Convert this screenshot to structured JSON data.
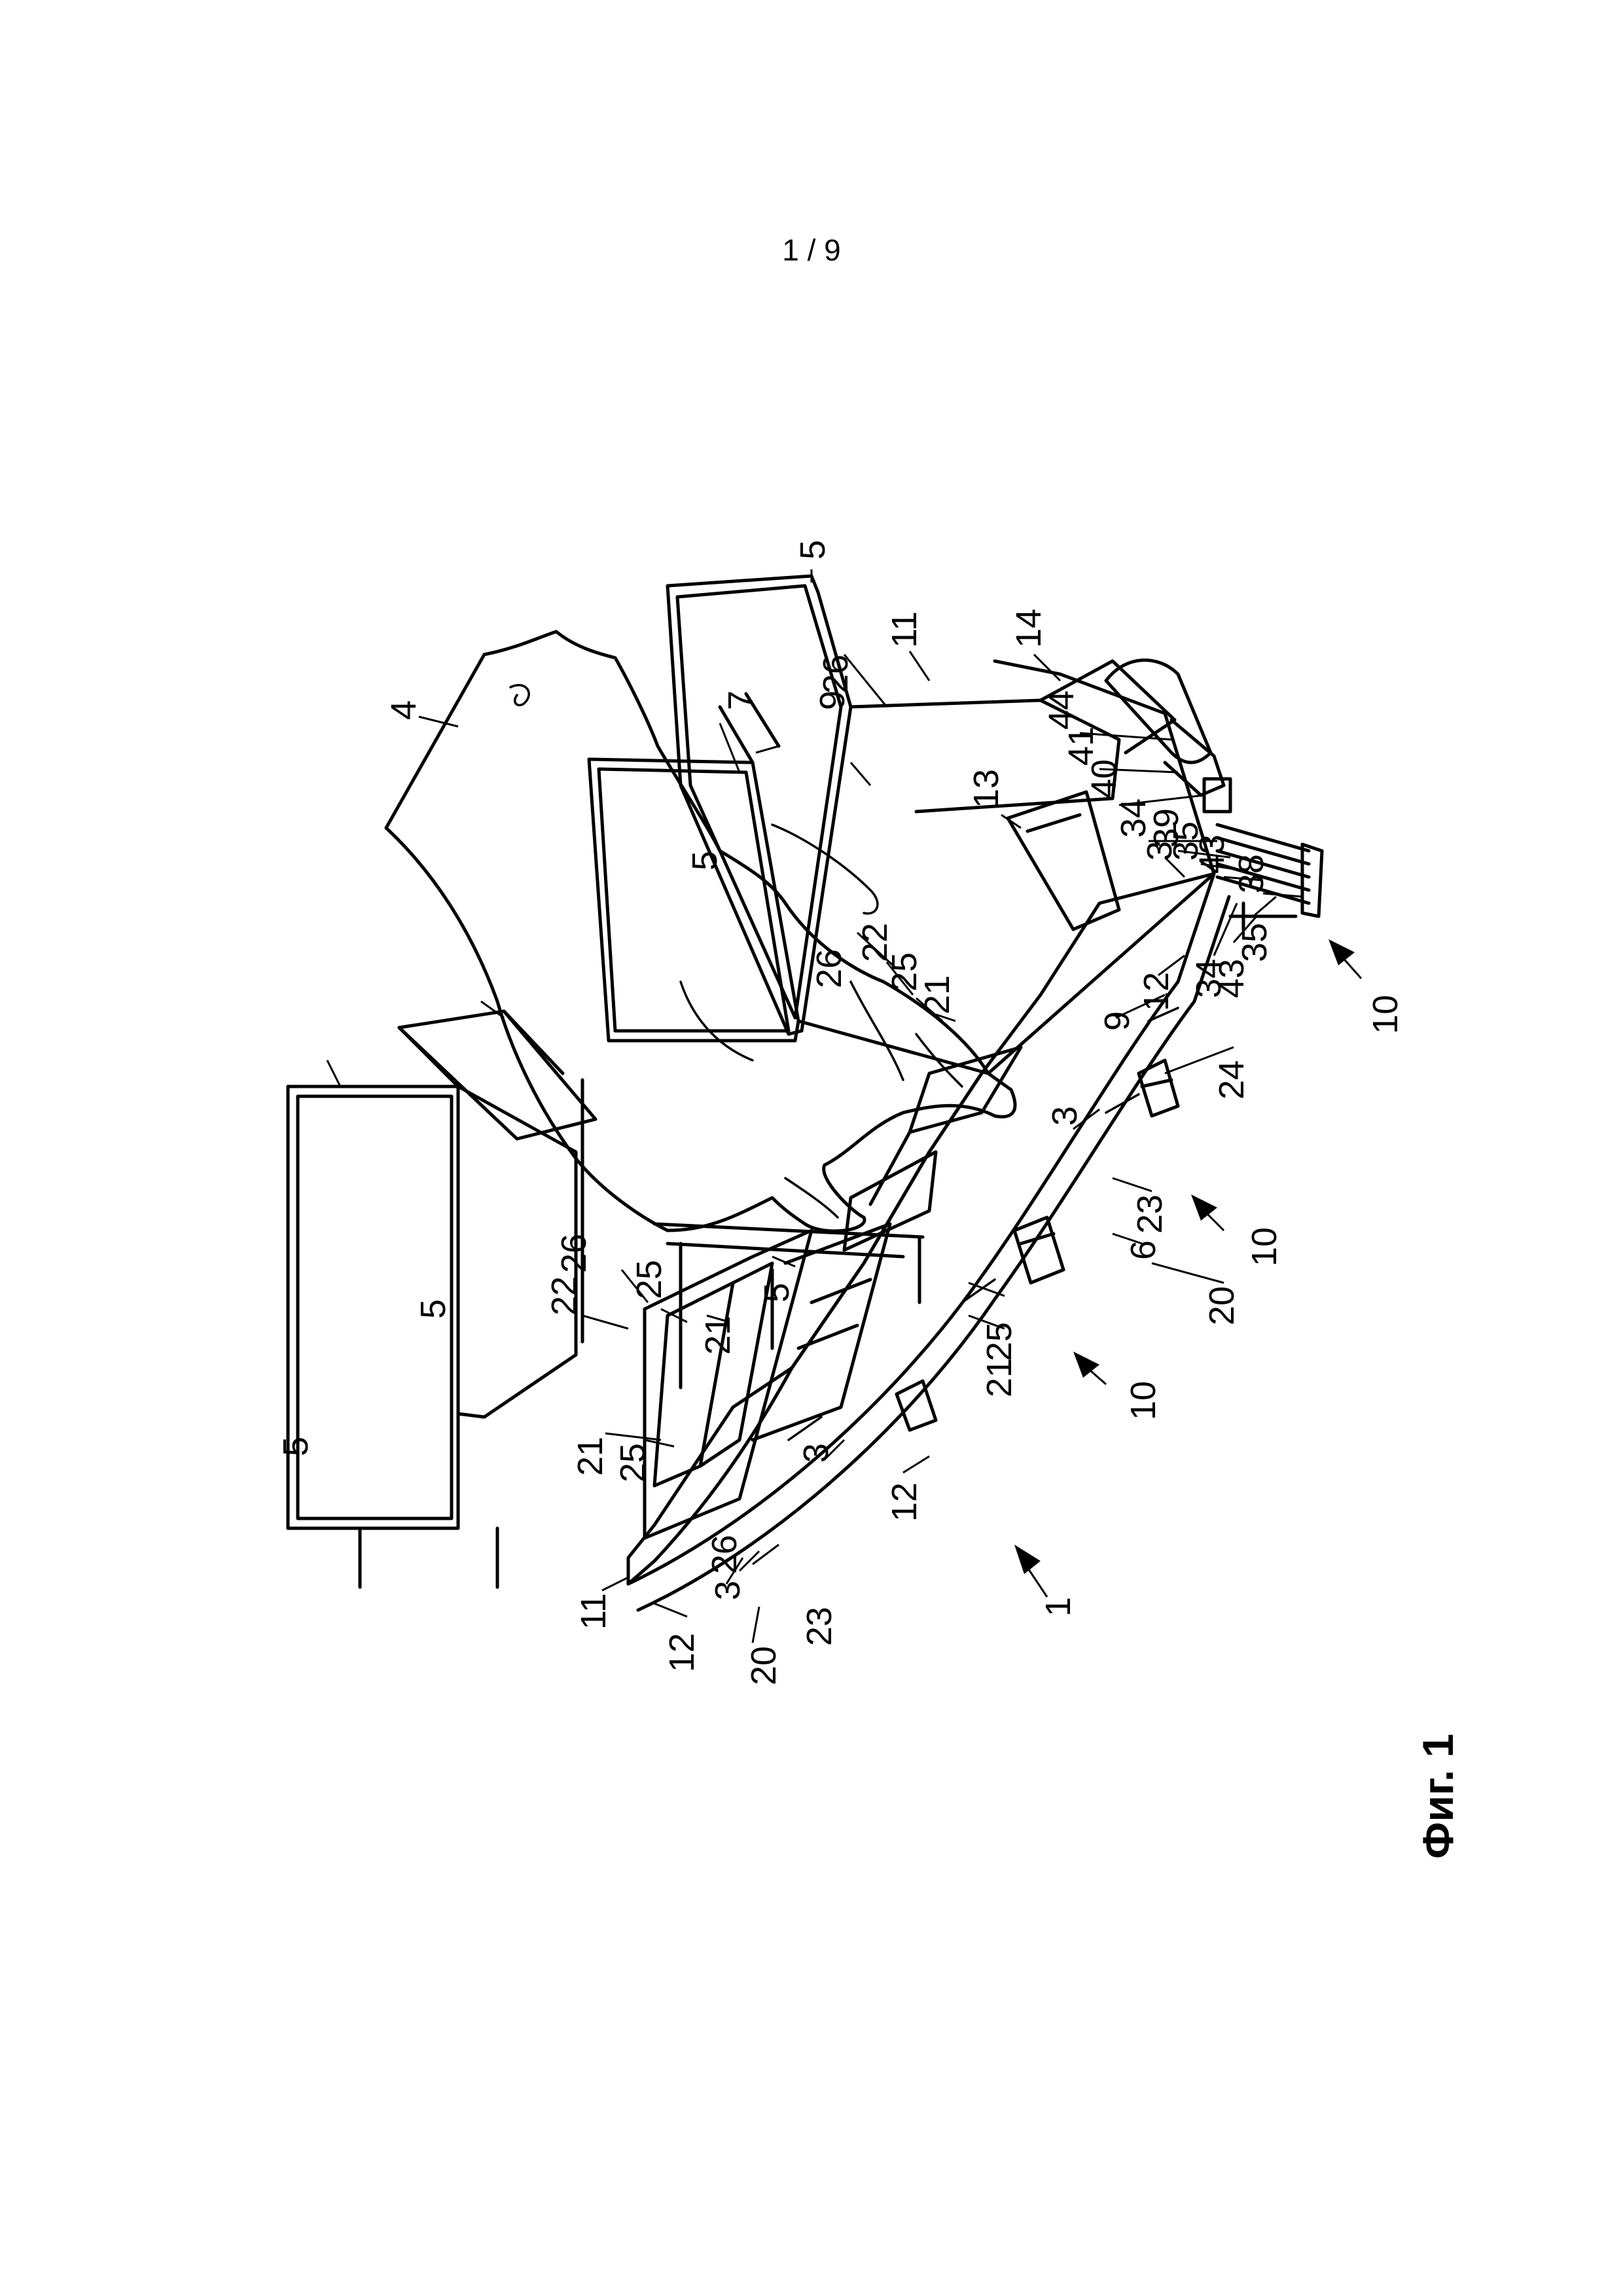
{
  "page": {
    "number": "1 / 9"
  },
  "figure": {
    "caption": "Фиг. 1"
  },
  "reference_numerals": [
    {
      "id": "r-5a",
      "text": "5"
    },
    {
      "id": "r-5b",
      "text": "5"
    },
    {
      "id": "r-5c",
      "text": "5"
    },
    {
      "id": "r-5d",
      "text": "5"
    },
    {
      "id": "r-5e",
      "text": "5"
    },
    {
      "id": "r-4",
      "text": "4"
    },
    {
      "id": "r-26a",
      "text": "26"
    },
    {
      "id": "r-26b",
      "text": "26"
    },
    {
      "id": "r-26c",
      "text": "26"
    },
    {
      "id": "r-26d",
      "text": "26"
    },
    {
      "id": "r-11a",
      "text": "11"
    },
    {
      "id": "r-11b",
      "text": "11"
    },
    {
      "id": "r-14",
      "text": "14"
    },
    {
      "id": "r-44",
      "text": "44"
    },
    {
      "id": "r-41",
      "text": "41"
    },
    {
      "id": "r-40",
      "text": "40"
    },
    {
      "id": "r-7",
      "text": "7"
    },
    {
      "id": "r-9a",
      "text": "9"
    },
    {
      "id": "r-9b",
      "text": "9"
    },
    {
      "id": "r-13",
      "text": "13"
    },
    {
      "id": "r-34a",
      "text": "34"
    },
    {
      "id": "r-34b",
      "text": "34"
    },
    {
      "id": "r-39",
      "text": "39"
    },
    {
      "id": "r-35a",
      "text": "35"
    },
    {
      "id": "r-35b",
      "text": "35"
    },
    {
      "id": "r-43a",
      "text": "43"
    },
    {
      "id": "r-43b",
      "text": "43"
    },
    {
      "id": "r-38",
      "text": "38"
    },
    {
      "id": "r-10a",
      "text": "10"
    },
    {
      "id": "r-10b",
      "text": "10"
    },
    {
      "id": "r-10c",
      "text": "10"
    },
    {
      "id": "r-3a",
      "text": "3"
    },
    {
      "id": "r-3b",
      "text": "3"
    },
    {
      "id": "r-3c",
      "text": "3"
    },
    {
      "id": "r-3d",
      "text": "3"
    },
    {
      "id": "r-12a",
      "text": "12"
    },
    {
      "id": "r-12b",
      "text": "12"
    },
    {
      "id": "r-12c",
      "text": "12"
    },
    {
      "id": "r-22a",
      "text": "22"
    },
    {
      "id": "r-22b",
      "text": "22"
    },
    {
      "id": "r-25a",
      "text": "25"
    },
    {
      "id": "r-25b",
      "text": "25"
    },
    {
      "id": "r-25c",
      "text": "25"
    },
    {
      "id": "r-25d",
      "text": "25"
    },
    {
      "id": "r-21a",
      "text": "21"
    },
    {
      "id": "r-21b",
      "text": "21"
    },
    {
      "id": "r-21c",
      "text": "21"
    },
    {
      "id": "r-21d",
      "text": "21"
    },
    {
      "id": "r-24",
      "text": "24"
    },
    {
      "id": "r-23a",
      "text": "23"
    },
    {
      "id": "r-23b",
      "text": "23"
    },
    {
      "id": "r-6",
      "text": "6"
    },
    {
      "id": "r-20a",
      "text": "20"
    },
    {
      "id": "r-20b",
      "text": "20"
    },
    {
      "id": "r-1",
      "text": "1"
    }
  ]
}
